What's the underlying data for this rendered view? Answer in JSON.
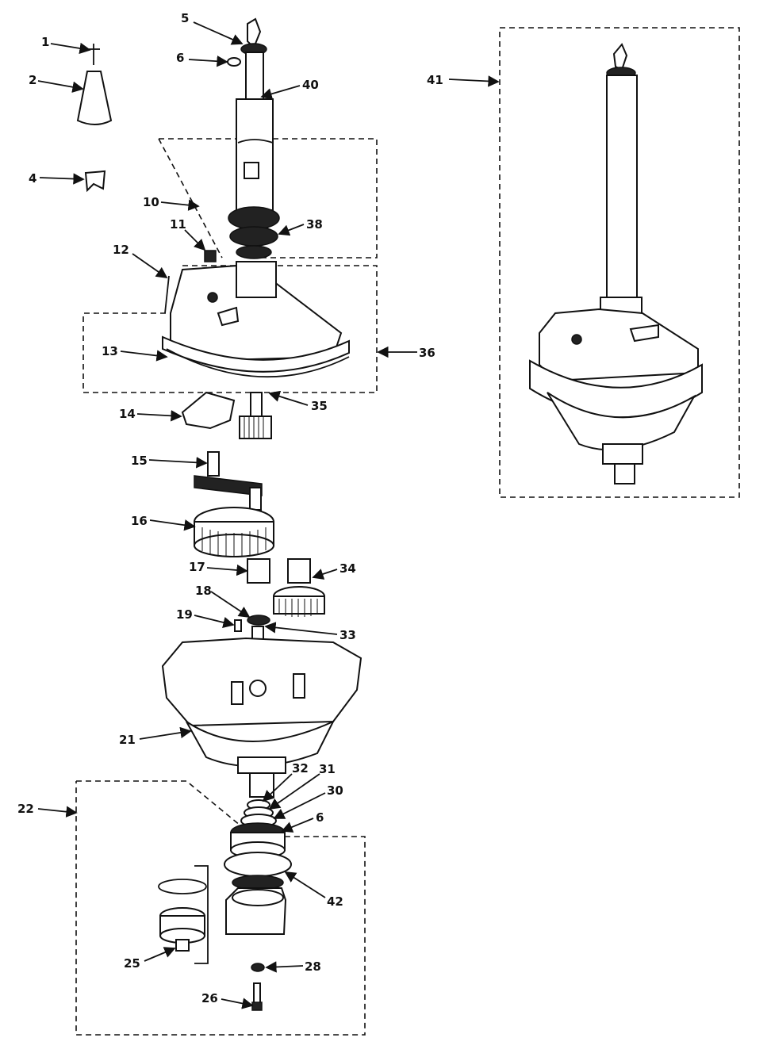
{
  "callouts": [
    "1",
    "2",
    "4",
    "5",
    "6",
    "40",
    "10",
    "11",
    "38",
    "12",
    "13",
    "36",
    "14",
    "35",
    "15",
    "16",
    "17",
    "34",
    "18",
    "19",
    "33",
    "21",
    "22",
    "32",
    "31",
    "30",
    "6",
    "42",
    "25",
    "28",
    "26",
    "41"
  ],
  "colors": {
    "ink": "#111111",
    "paper": "#ffffff"
  }
}
